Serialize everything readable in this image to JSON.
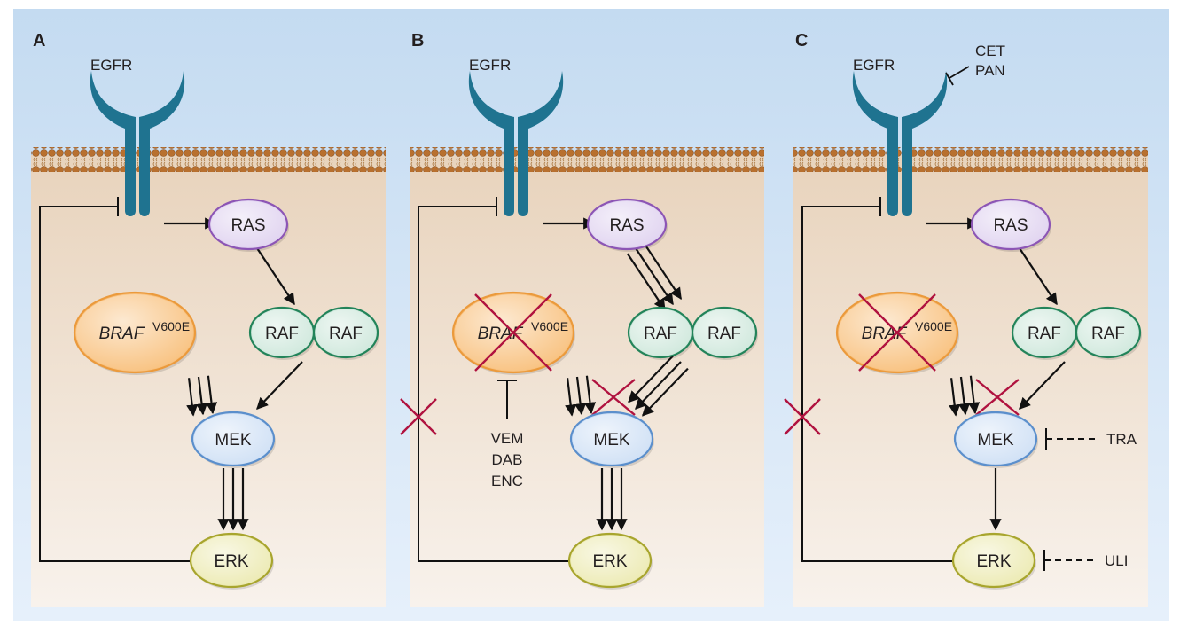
{
  "figure": {
    "colors": {
      "sky_top": "#c4dbf1",
      "sky_bottom": "#e6f0fb",
      "cell_top": "#e8d3bc",
      "cell_bottom": "#f8f2ec",
      "receptor": "#1f7390",
      "lipid_head": "#b8702f",
      "inhibit_cross": "#b0123f",
      "ras_fill": "#e0d3f0",
      "ras_stroke": "#8c55b5",
      "raf_fill": "#cfe8dc",
      "raf_stroke": "#23845a",
      "braf_fill": "#f8c07c",
      "braf_stroke": "#eb9a3c",
      "mek_fill": "#cfe0f5",
      "mek_stroke": "#5b8fcc",
      "erk_fill": "#eceab2",
      "erk_stroke": "#a8a52e"
    },
    "panels": [
      {
        "id": "A",
        "label": "A",
        "receptor_label": "EGFR",
        "nodes": {
          "ras": "RAS",
          "raf1": "RAF",
          "raf2": "RAF",
          "braf": "BRAF",
          "braf_sup": "V600E",
          "mek": "MEK",
          "erk": "ERK"
        },
        "braf_inhibited": false,
        "braf_to_mek_blocked": false,
        "feedback_blocked": false,
        "ras_to_raf_arrows": 1,
        "raf_to_mek_arrows": 1,
        "braf_to_mek_arrows": 3,
        "mek_to_erk_arrows": 3,
        "drugs": {}
      },
      {
        "id": "B",
        "label": "B",
        "receptor_label": "EGFR",
        "nodes": {
          "ras": "RAS",
          "raf1": "RAF",
          "raf2": "RAF",
          "braf": "BRAF",
          "braf_sup": "V600E",
          "mek": "MEK",
          "erk": "ERK"
        },
        "braf_inhibited": true,
        "braf_to_mek_blocked": true,
        "feedback_blocked": true,
        "ras_to_raf_arrows": 3,
        "raf_to_mek_arrows": 3,
        "braf_to_mek_arrows": 3,
        "mek_to_erk_arrows": 3,
        "drugs": {
          "braf_inhibitors": [
            "VEM",
            "DAB",
            "ENC"
          ]
        }
      },
      {
        "id": "C",
        "label": "C",
        "receptor_label": "EGFR",
        "nodes": {
          "ras": "RAS",
          "raf1": "RAF",
          "raf2": "RAF",
          "braf": "BRAF",
          "braf_sup": "V600E",
          "mek": "MEK",
          "erk": "ERK"
        },
        "braf_inhibited": true,
        "braf_to_mek_blocked": true,
        "feedback_blocked": true,
        "ras_to_raf_arrows": 1,
        "raf_to_mek_arrows": 1,
        "braf_to_mek_arrows": 3,
        "mek_to_erk_arrows": 1,
        "drugs": {
          "egfr_inhibitors": [
            "CET",
            "PAN"
          ],
          "mek_inhibitor": "TRA",
          "erk_inhibitor": "ULI"
        }
      }
    ]
  }
}
